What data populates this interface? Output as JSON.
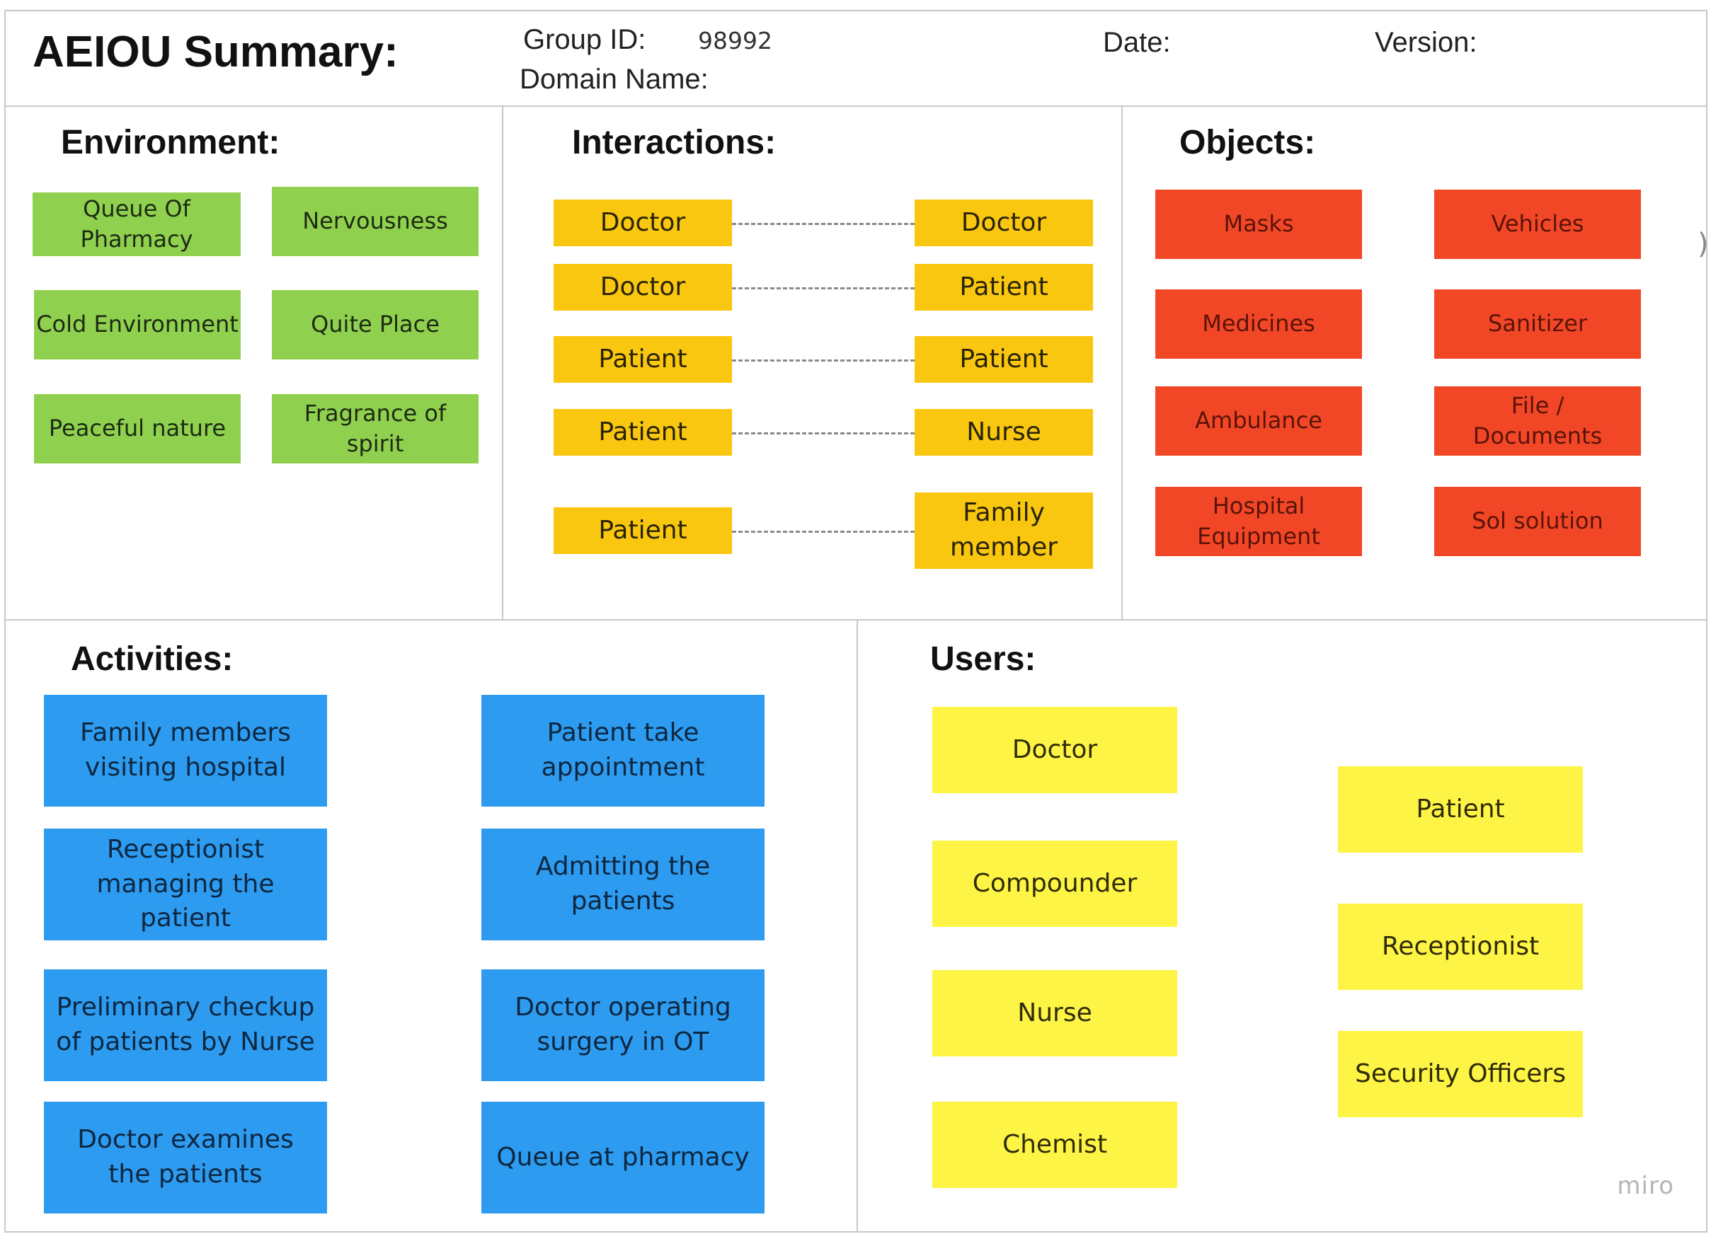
{
  "header": {
    "title": "AEIOU Summary:",
    "group_id_label": "Group ID:",
    "group_id_value": "98992",
    "domain_label": "Domain Name:",
    "date_label": "Date:",
    "version_label": "Version:"
  },
  "environment": {
    "title": "Environment:",
    "items": [
      "Queue Of Pharmacy",
      "Nervousness",
      "Cold Environment",
      "Quite Place",
      "Peaceful nature",
      "Fragrance of spirit"
    ]
  },
  "interactions": {
    "title": "Interactions:",
    "pairs": [
      {
        "from": "Doctor",
        "to": "Doctor"
      },
      {
        "from": "Doctor",
        "to": "Patient"
      },
      {
        "from": "Patient",
        "to": "Patient"
      },
      {
        "from": "Patient",
        "to": "Nurse"
      },
      {
        "from": "Patient",
        "to": "Family member"
      }
    ]
  },
  "objects": {
    "title": "Objects:",
    "items": [
      "Masks",
      "Vehicles",
      "Medicines",
      "Sanitizer",
      "Ambulance",
      "File / Documents",
      "Hospital Equipment",
      "Sol solution"
    ]
  },
  "activities": {
    "title": "Activities:",
    "items": [
      "Family members visiting hospital",
      "Patient take appointment",
      "Receptionist managing the patient",
      "Admitting the patients",
      "Preliminary checkup of patients by Nurse",
      "Doctor operating surgery in OT",
      "Doctor examines the patients",
      "Queue at pharmacy"
    ]
  },
  "users": {
    "title": "Users:",
    "left": [
      "Doctor",
      "Compounder",
      "Nurse",
      "Chemist"
    ],
    "right": [
      "Patient",
      "Receptionist",
      "Security Officers"
    ]
  },
  "watermark": "miro",
  "colors": {
    "environment": "#8fd14f",
    "interactions": "#fac710",
    "objects": "#f24726",
    "activities": "#2d9bf0",
    "users": "#fef445"
  }
}
